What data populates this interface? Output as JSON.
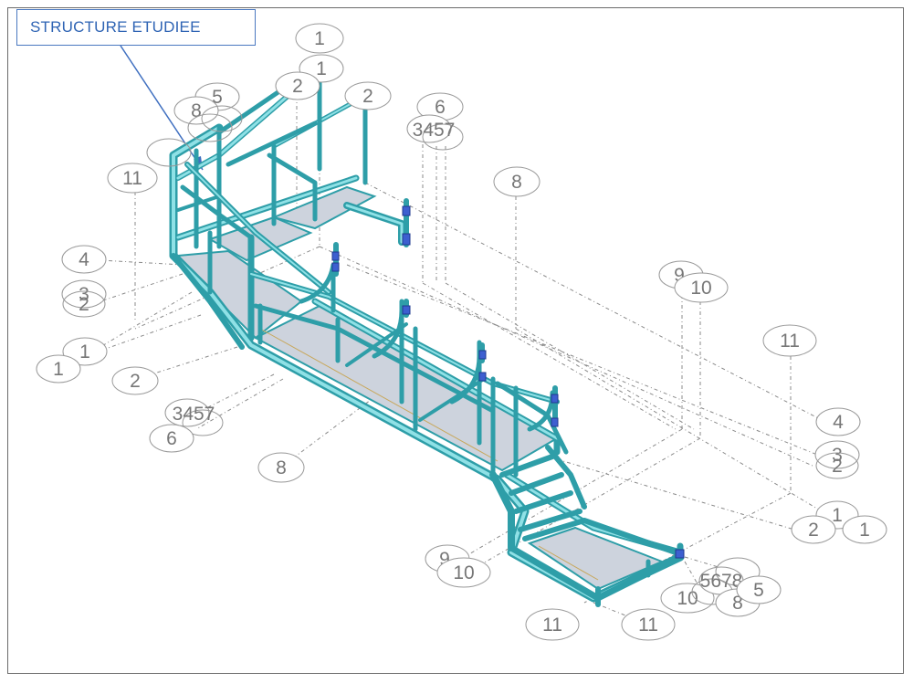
{
  "callout": {
    "label": "STRUCTURE ETUDIEE"
  },
  "labels": {
    "l1a": "1",
    "l2a": "2",
    "l2b": "2",
    "l5a": "5",
    "l8a": "8",
    "l6a": "6",
    "l347a": "3457",
    "l1b": "1",
    "l11a": "11",
    "l8b": "8",
    "l4a": "4",
    "l3a": "3",
    "l2c": "2",
    "l1c": "1",
    "l1d": "1",
    "l2d": "2",
    "l3457b": "3457",
    "l6b": "6",
    "l8c": "8",
    "l9a": "9",
    "l10a": "10",
    "l11b": "11",
    "l4b": "4",
    "l3b": "3",
    "l2e": "2",
    "l1e": "1",
    "l2f": "2",
    "l1f": "1",
    "l9b": "9",
    "l10b": "10",
    "l10c": "10",
    "l567c": "5678",
    "l8d": "8",
    "l5b": "5",
    "l11c": "11",
    "l11d": "11"
  },
  "colors": {
    "steel": "#2e9ea8",
    "steel_light": "#8fe1e6",
    "deck": "#cdd3dd",
    "callout": "#2f64b4",
    "plate": "#3d5fd0"
  }
}
